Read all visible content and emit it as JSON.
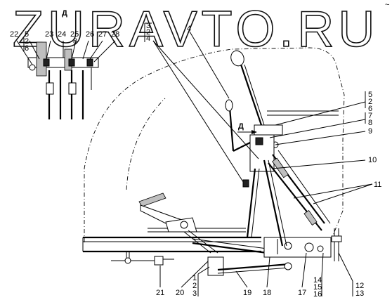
{
  "watermark": "ZURAVTO.RU",
  "corner_mark": "~",
  "view_labels": {
    "detail_view": "Д",
    "arrow_view": "Д"
  },
  "detail_callouts": {
    "c22": "22",
    "c5": "5",
    "c2": "2",
    "c6": "6",
    "c23": "23",
    "c24": "24",
    "c25": "25",
    "c8": "8",
    "c26": "26",
    "c27": "27",
    "c28": "28"
  },
  "top_callouts": {
    "c4": "4",
    "s1": "3",
    "s2": "2",
    "s3": "4"
  },
  "right_callouts": {
    "stack_a": [
      "5",
      "2",
      "6"
    ],
    "stack_b": [
      "7",
      "8"
    ],
    "c9": "9",
    "c10": "10",
    "c11": "11"
  },
  "bottom_callouts": {
    "c21": "21",
    "c20": "20",
    "stack_c": [
      "1",
      "2",
      "3"
    ],
    "c19": "19",
    "c18": "18",
    "c17": "17",
    "stack_d": [
      "14",
      "15",
      "16"
    ],
    "stack_e": [
      "12",
      "13"
    ]
  }
}
